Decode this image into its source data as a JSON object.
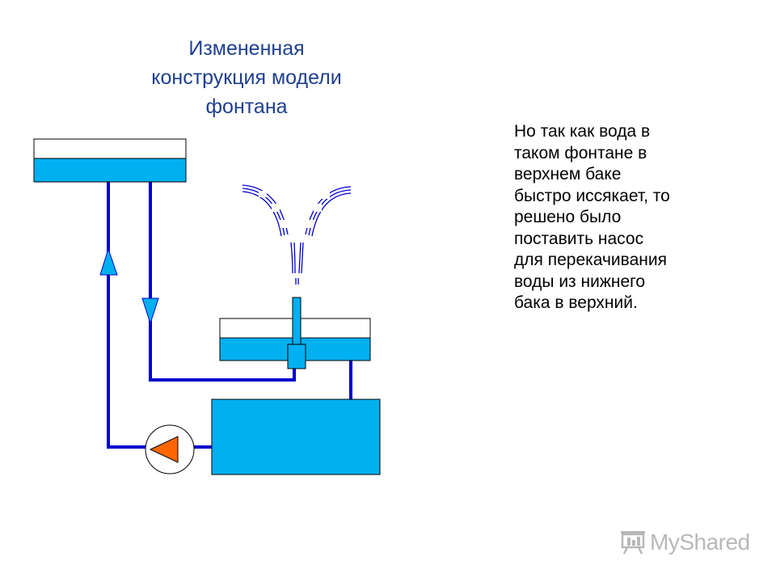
{
  "slide": {
    "title": "Измененная\nконструкция модели\nфонтана",
    "body": "Но так как вода в\nтаком фонтане в\nверхнем баке\nбыстро иссякает, то\nрешено было\nпоставить насос\nдля перекачивания\nводы из нижнего\nбака в верхний."
  },
  "colors": {
    "water": "#00b0f0",
    "pipe": "#0000cc",
    "pump_arrow": "#ff6600",
    "title": "#1f3f8f"
  },
  "watermark": {
    "text": "MyShared"
  }
}
